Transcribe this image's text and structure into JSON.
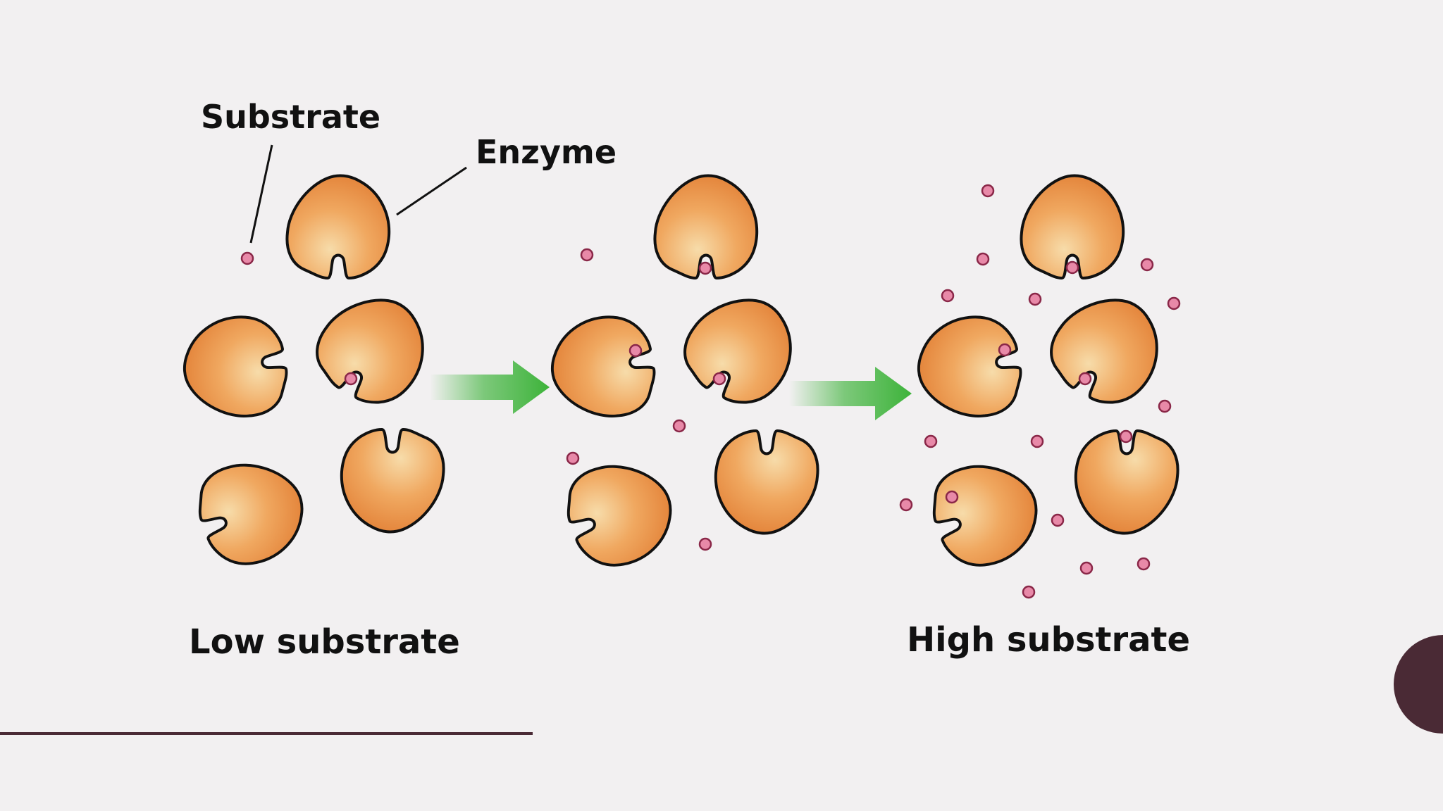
{
  "labels": {
    "substrate": "Substrate",
    "enzyme": "Enzyme",
    "low": "Low substrate",
    "high": "High substrate"
  },
  "colors": {
    "background": "#f2f0f1",
    "enzyme_fill_dark": "#e8853a",
    "enzyme_fill_light": "#f7dcaa",
    "enzyme_outline": "#111111",
    "substrate_fill": "#e889a8",
    "substrate_outline": "#8a2748",
    "arrow_green": "#3db33a",
    "accent_line": "#4a2a35",
    "accent_circle": "#4a2a35"
  }
}
